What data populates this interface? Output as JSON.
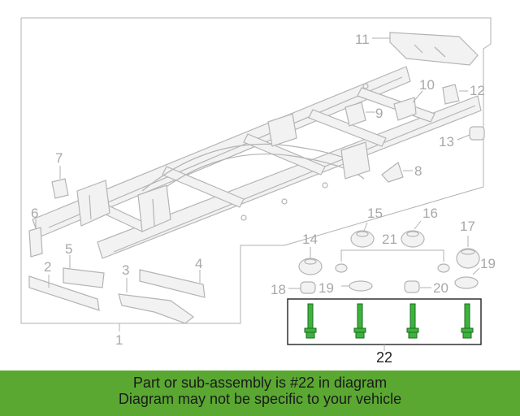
{
  "callouts": {
    "c1": "1",
    "c2": "2",
    "c3": "3",
    "c4": "4",
    "c5": "5",
    "c6": "6",
    "c7": "7",
    "c8": "8",
    "c9": "9",
    "c10": "10",
    "c11": "11",
    "c12": "12",
    "c13": "13",
    "c14": "14",
    "c15": "15",
    "c16": "16",
    "c17": "17",
    "c18": "18",
    "c19a": "19",
    "c19b": "19",
    "c20": "20",
    "c21": "21",
    "c22": "22"
  },
  "highlighted_part": {
    "callout": "22",
    "bolt_count": 4,
    "color": "#3cb43c"
  },
  "banner": {
    "line1": "Part or sub-assembly is #22 in diagram",
    "line2": "Diagram may not be specific to your vehicle",
    "color": "#5aa832"
  },
  "colors": {
    "line_art": "#b4b4b4",
    "callout_text": "#a8a8a8"
  }
}
